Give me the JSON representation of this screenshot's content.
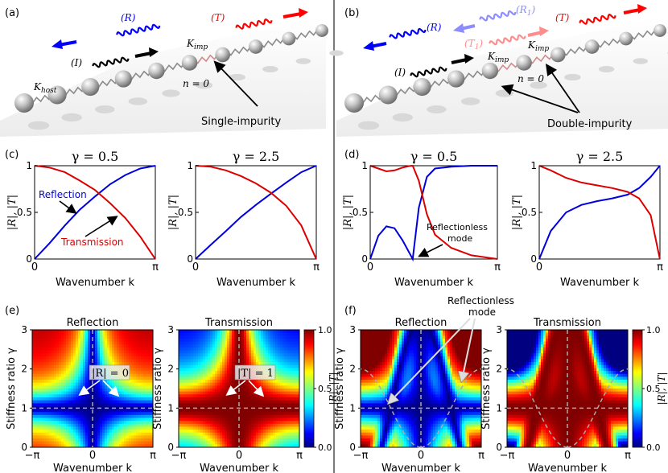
{
  "panel_labels": {
    "a": "(a)",
    "b": "(b)",
    "c": "(c)",
    "d": "(d)",
    "e": "(e)",
    "f": "(f)"
  },
  "schematic_a": {
    "R": "(R)",
    "T": "(T)",
    "I": "(I)",
    "K_host": "K",
    "K_host_sub": "host",
    "K_imp": "K",
    "K_imp_sub": "imp",
    "n0": "n = 0",
    "caption": "Single-impurity"
  },
  "schematic_b": {
    "R": "(R)",
    "R1": "(R",
    "R1_sub": "1",
    "T": "(T)",
    "T1": "(T",
    "T1_sub": "1",
    "I": "(I)",
    "K_imp": "K",
    "K_imp_sub": "imp",
    "n0": "n = 0",
    "caption": "Double-impurity"
  },
  "line_titles": [
    "γ = 0.5",
    "γ = 2.5",
    "γ = 0.5",
    "γ = 2.5"
  ],
  "line_axes": {
    "ylabel": "|R|, |T|",
    "xlabel": "Wavenumber k",
    "yticks": [
      "0",
      "0.5",
      "1"
    ],
    "xticks": [
      "0",
      "π"
    ]
  },
  "annotations_c": {
    "reflection": "Reflection",
    "transmission": "Transmission"
  },
  "annotations_d": {
    "line1": "Reflectionless",
    "line2": "mode"
  },
  "map_titles": {
    "e_left": "Reflection",
    "e_right": "Transmission",
    "f_left": "Reflection",
    "f_right": "Transmission"
  },
  "map_axes": {
    "ylabel": "Stiffness ratio γ",
    "xlabel": "Wavenumber k",
    "yticks": [
      "0",
      "1",
      "2",
      "3"
    ],
    "xticks": [
      "−π",
      "0",
      "π"
    ]
  },
  "colorbar": {
    "ticks": [
      "0.0",
      "0.5",
      "1.0"
    ],
    "label": "|R|, |T|"
  },
  "map_annotations": {
    "R0": "|R| = 0",
    "T1": "|T| = 1",
    "f_line1": "Reflectionless",
    "f_line2": "mode"
  },
  "colors": {
    "reflection": "#0000dd",
    "transmission": "#dd0000",
    "incident": "#000000",
    "guide": "#999999"
  },
  "chart_data": [
    {
      "type": "line",
      "title": "γ = 0.5",
      "xlabel": "Wavenumber k",
      "ylabel": "|R|, |T|",
      "xlim": [
        0,
        3.1416
      ],
      "ylim": [
        0,
        1
      ],
      "series": [
        {
          "name": "Reflection",
          "x": [
            0,
            0.39,
            0.79,
            1.18,
            1.57,
            1.96,
            2.36,
            2.75,
            3.14
          ],
          "values": [
            0,
            0.17,
            0.36,
            0.53,
            0.67,
            0.8,
            0.9,
            0.97,
            1
          ]
        },
        {
          "name": "Transmission",
          "x": [
            0,
            0.39,
            0.79,
            1.18,
            1.57,
            1.96,
            2.36,
            2.75,
            3.14
          ],
          "values": [
            1,
            0.98,
            0.93,
            0.84,
            0.74,
            0.6,
            0.44,
            0.24,
            0
          ]
        }
      ]
    },
    {
      "type": "line",
      "title": "γ = 2.5",
      "xlabel": "Wavenumber k",
      "ylabel": "|R|, |T|",
      "xlim": [
        0,
        3.1416
      ],
      "ylim": [
        0,
        1
      ],
      "series": [
        {
          "name": "",
          "x": [
            0,
            0.39,
            0.79,
            1.18,
            1.57,
            1.96,
            2.36,
            2.75,
            3.14
          ],
          "values": [
            0,
            0.15,
            0.3,
            0.45,
            0.58,
            0.7,
            0.82,
            0.93,
            1
          ]
        },
        {
          "name": "",
          "x": [
            0,
            0.39,
            0.79,
            1.18,
            1.57,
            1.96,
            2.36,
            2.75,
            3.14
          ],
          "values": [
            1,
            0.99,
            0.95,
            0.89,
            0.81,
            0.71,
            0.57,
            0.36,
            0
          ]
        }
      ]
    },
    {
      "type": "line",
      "title": "γ = 0.5",
      "xlabel": "Wavenumber k",
      "ylabel": "|R|, |T|",
      "xlim": [
        0,
        3.1416
      ],
      "ylim": [
        0,
        1
      ],
      "series": [
        {
          "name": "",
          "x": [
            0,
            0.2,
            0.4,
            0.6,
            0.8,
            1.0,
            1.05,
            1.2,
            1.4,
            1.6,
            2.0,
            2.5,
            3.14
          ],
          "values": [
            0,
            0.25,
            0.35,
            0.33,
            0.2,
            0.04,
            0,
            0.55,
            0.88,
            0.97,
            0.99,
            1,
            1
          ]
        },
        {
          "name": "",
          "x": [
            0,
            0.2,
            0.4,
            0.6,
            0.8,
            1.0,
            1.05,
            1.2,
            1.4,
            1.6,
            2.0,
            2.5,
            3.14
          ],
          "values": [
            1,
            0.97,
            0.94,
            0.95,
            0.98,
            0.999,
            1,
            0.84,
            0.48,
            0.26,
            0.12,
            0.04,
            0
          ]
        }
      ]
    },
    {
      "type": "line",
      "title": "γ = 2.5",
      "xlabel": "Wavenumber k",
      "ylabel": "|R|, |T|",
      "xlim": [
        0,
        3.1416
      ],
      "ylim": [
        0,
        1
      ],
      "series": [
        {
          "name": "",
          "x": [
            0,
            0.3,
            0.7,
            1.1,
            1.5,
            1.9,
            2.3,
            2.6,
            2.9,
            3.14
          ],
          "values": [
            0,
            0.3,
            0.5,
            0.58,
            0.62,
            0.65,
            0.69,
            0.76,
            0.88,
            1
          ]
        },
        {
          "name": "",
          "x": [
            0,
            0.3,
            0.7,
            1.1,
            1.5,
            1.9,
            2.3,
            2.6,
            2.9,
            3.14
          ],
          "values": [
            1,
            0.95,
            0.87,
            0.82,
            0.79,
            0.76,
            0.72,
            0.65,
            0.47,
            0
          ]
        }
      ]
    },
    {
      "type": "heatmap",
      "title": "Reflection",
      "xlabel": "Wavenumber k",
      "ylabel": "Stiffness ratio γ",
      "xlim": [
        -3.1416,
        3.1416
      ],
      "ylim": [
        0,
        3
      ],
      "zlim": [
        0,
        1
      ]
    },
    {
      "type": "heatmap",
      "title": "Transmission",
      "xlabel": "Wavenumber k",
      "ylabel": "Stiffness ratio γ",
      "xlim": [
        -3.1416,
        3.1416
      ],
      "ylim": [
        0,
        3
      ],
      "zlim": [
        0,
        1
      ]
    },
    {
      "type": "heatmap",
      "title": "Reflection",
      "xlabel": "Wavenumber k",
      "ylabel": "Stiffness ratio γ",
      "xlim": [
        -3.1416,
        3.1416
      ],
      "ylim": [
        0,
        3
      ],
      "zlim": [
        0,
        1
      ]
    },
    {
      "type": "heatmap",
      "title": "Transmission",
      "xlabel": "Wavenumber k",
      "ylabel": "Stiffness ratio γ",
      "xlim": [
        -3.1416,
        3.1416
      ],
      "ylim": [
        0,
        3
      ],
      "zlim": [
        0,
        1
      ]
    }
  ]
}
